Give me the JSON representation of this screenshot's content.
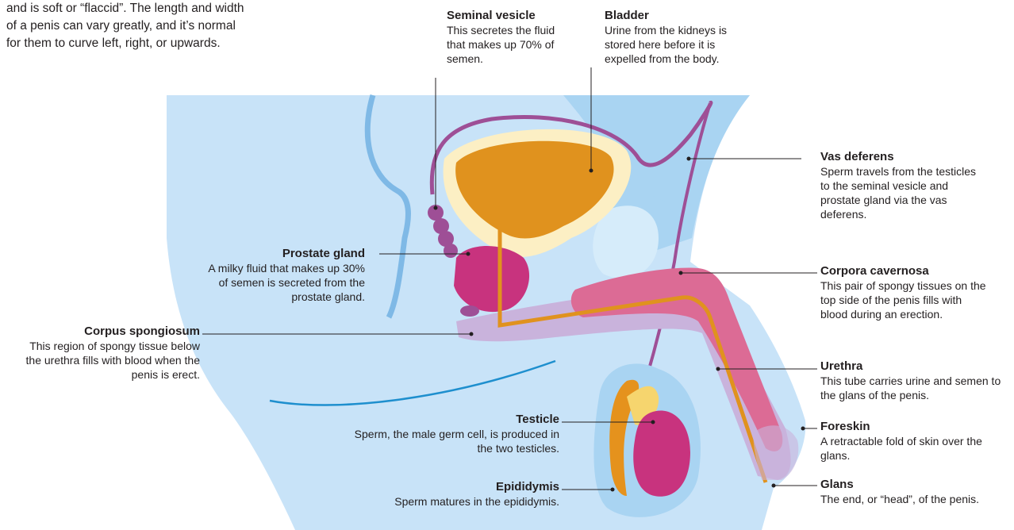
{
  "intro": {
    "line1": "and is soft or “flaccid”. The length and width",
    "line2": "of a penis can vary greatly, and it’s normal",
    "line3": "for them to curve left, right, or upwards."
  },
  "labels": {
    "seminal_vesicle": {
      "title": "Seminal vesicle",
      "text": "This secretes the fluid that makes up 70% of semen."
    },
    "bladder": {
      "title": "Bladder",
      "text": "Urine from the kidneys is stored here before it is expelled from the body."
    },
    "vas_deferens": {
      "title": "Vas deferens",
      "text": "Sperm travels from the testicles to the seminal vesicle and prostate gland via the vas deferens."
    },
    "prostate_gland": {
      "title": "Prostate gland",
      "text": "A milky fluid that makes up 30% of semen is secreted from the prostate gland."
    },
    "corpora_cavernosa": {
      "title": "Corpora cavernosa",
      "text": "This pair of spongy tissues on the top side of the penis fills with blood during an erection."
    },
    "corpus_spongiosum": {
      "title": "Corpus spongiosum",
      "text": "This region of spongy tissue below the urethra fills with blood when the penis is erect."
    },
    "urethra": {
      "title": "Urethra",
      "text": "This tube carries urine and semen to the glans of the penis."
    },
    "testicle": {
      "title": "Testicle",
      "text": "Sperm, the male germ cell, is produced in the two testicles."
    },
    "foreskin": {
      "title": "Foreskin",
      "text": "A retractable fold of skin over the glans."
    },
    "epididymis": {
      "title": "Epididymis",
      "text": "Sperm matures in the epididymis."
    },
    "glans": {
      "title": "Glans",
      "text": "The end, or “head”, of the penis."
    }
  },
  "colors": {
    "background_tissue": "#a9d4f2",
    "body_tissue": "#c8e3f8",
    "bladder_wall": "#fcefc4",
    "bladder_fill": "#e0921e",
    "duct_purple": "#9e4f96",
    "prostate": "#c8337e",
    "corpora": "#dc6b95",
    "spongiosum": "#c9b3dc",
    "urethra": "#e0921e",
    "testicle": "#c8337e",
    "epididymis": "#e5921d",
    "leader": "#231f20"
  }
}
